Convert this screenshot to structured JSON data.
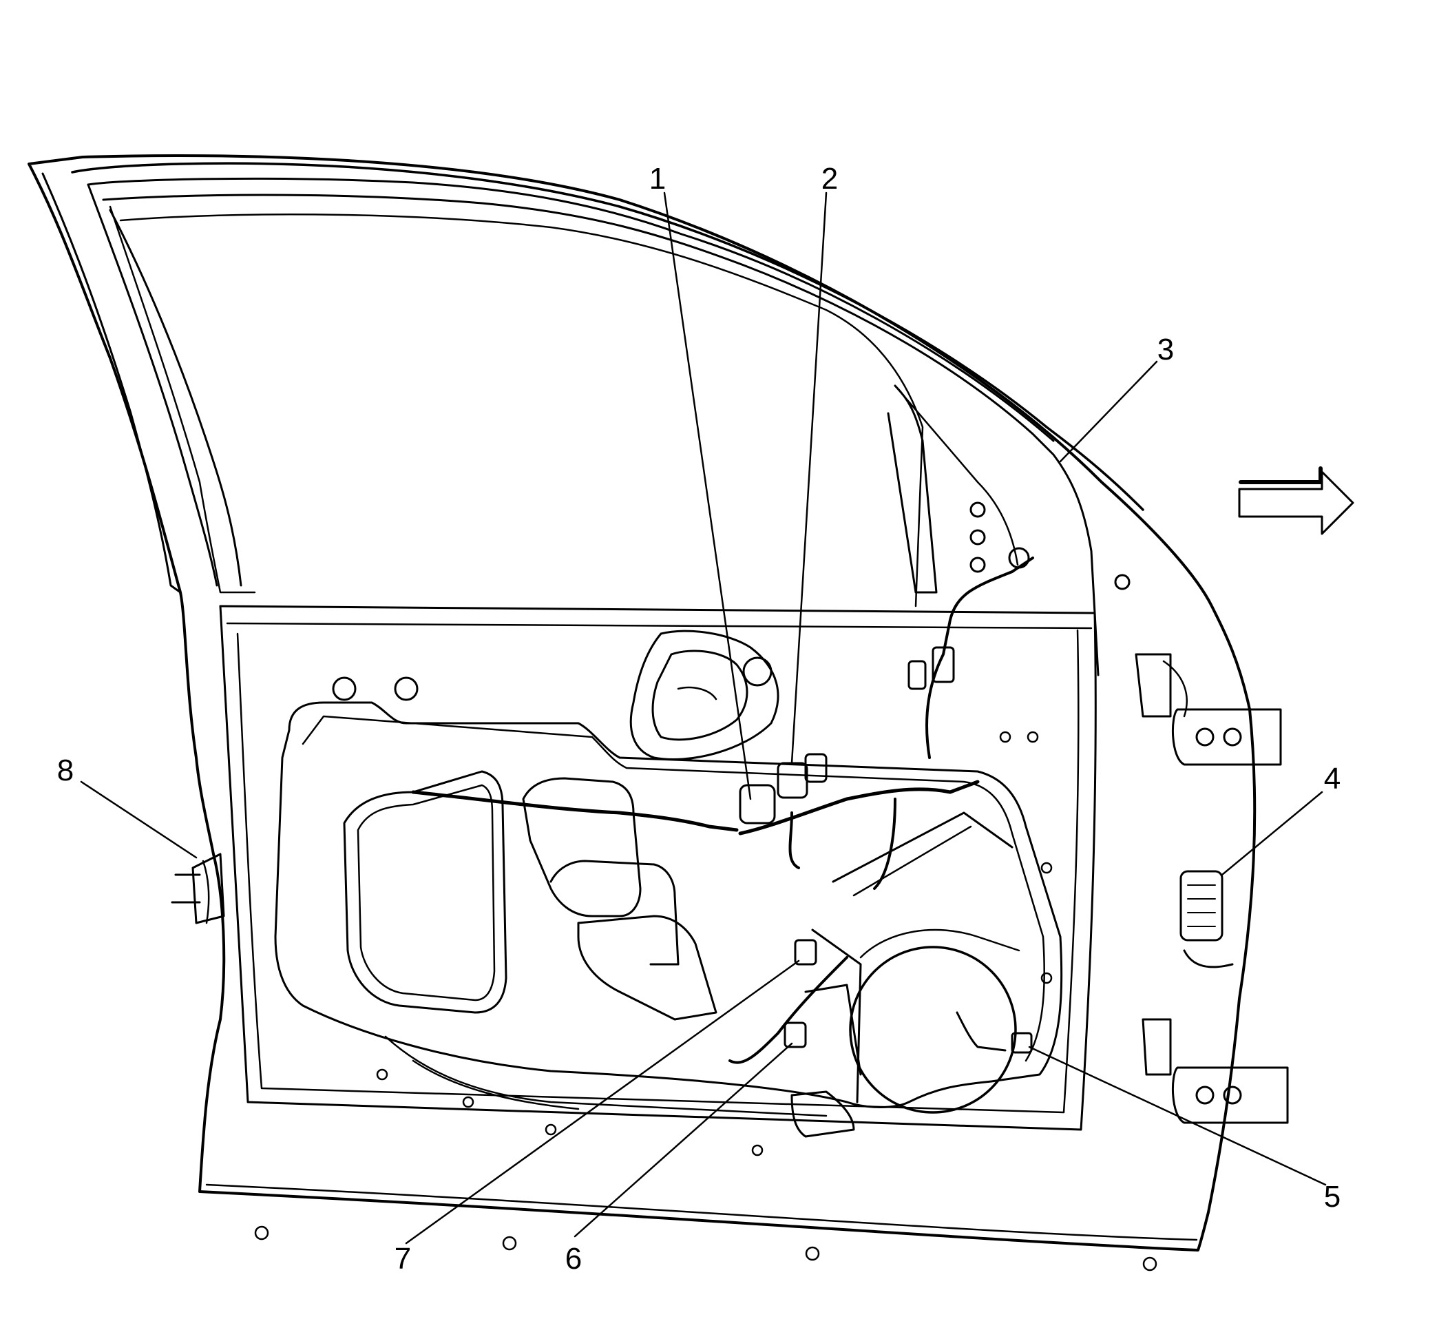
{
  "diagram": {
    "callouts": [
      {
        "id": "1",
        "label": "1"
      },
      {
        "id": "2",
        "label": "2"
      },
      {
        "id": "3",
        "label": "3"
      },
      {
        "id": "4",
        "label": "4"
      },
      {
        "id": "5",
        "label": "5"
      },
      {
        "id": "6",
        "label": "6"
      },
      {
        "id": "7",
        "label": "7"
      },
      {
        "id": "8",
        "label": "8"
      }
    ],
    "direction_arrow": "arrow-right-icon",
    "colors": {
      "line": "#000000",
      "background": "#ffffff"
    }
  }
}
